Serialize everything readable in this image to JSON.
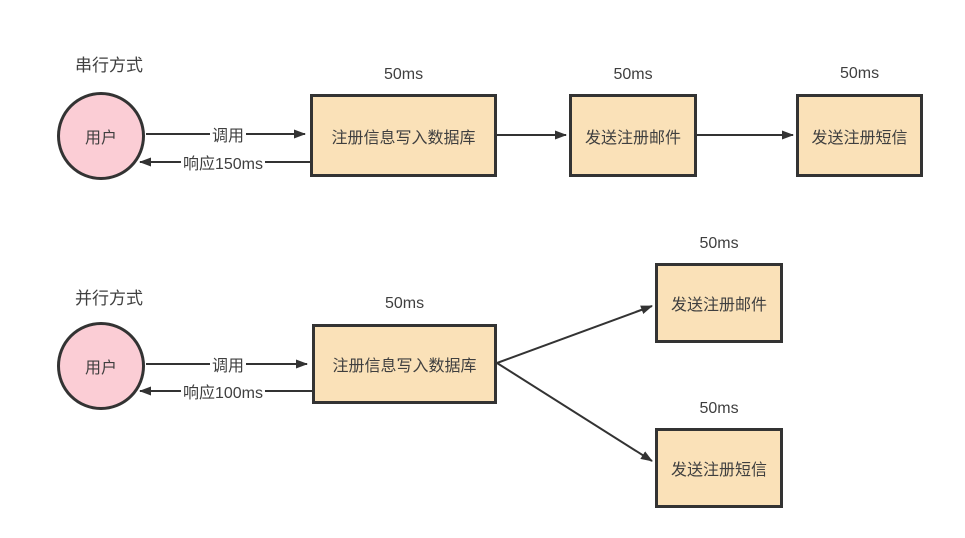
{
  "colors": {
    "actor_fill": "#fbcdd5",
    "step_fill": "#fae1b8",
    "shape_stroke": "#333333",
    "line_color": "#333333",
    "text_color": "#3f3f3f"
  },
  "serial": {
    "section_label": "串行方式",
    "actor_label": "用户",
    "call_label": "调用",
    "response_label": "响应150ms",
    "steps": [
      {
        "label": "注册信息写入数据库",
        "duration": "50ms"
      },
      {
        "label": "发送注册邮件",
        "duration": "50ms"
      },
      {
        "label": "发送注册短信",
        "duration": "50ms"
      }
    ]
  },
  "parallel": {
    "section_label": "并行方式",
    "actor_label": "用户",
    "call_label": "调用",
    "response_label": "响应100ms",
    "root_step": {
      "label": "注册信息写入数据库",
      "duration": "50ms"
    },
    "branch_steps": [
      {
        "label": "发送注册邮件",
        "duration": "50ms"
      },
      {
        "label": "发送注册短信",
        "duration": "50ms"
      }
    ]
  }
}
